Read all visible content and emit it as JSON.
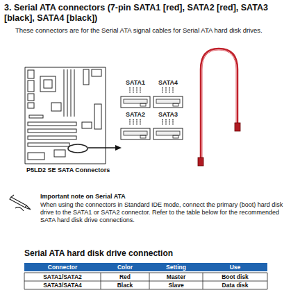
{
  "diagram": {
    "title": "3.  Serial ATA connectors (7-pin SATA1 [red], SATA2 [red], SATA3 [black], SATA4 [black])",
    "nodes": [
      {
        "text": [
          "SATA1"
        ]
      },
      {
        "text": [
          "SATA4"
        ]
      },
      {
        "text": [
          "SATA2"
        ]
      },
      {
        "text": [
          "SATA3"
        ]
      }
    ],
    "labels": [
      "These connectors are for the Serial ATA signal cables for Serial ATA hard disk drives.",
      "P5LD2 SE SATA Connectors",
      "Important note on Serial ATA",
      "When using the connectors in Standard IDE mode, connect the primary (boot) hard disk drive to the SATA1 or SATA2 connector. Refer to the table below for the recommended SATA hard disk drive connections.",
      "Serial ATA hard disk drive connection",
      "Connector",
      "Color",
      "Setting",
      "Use",
      "SATA1/SATA2",
      "Red",
      "Master",
      "Boot disk",
      "SATA3/SATA4",
      "Black",
      "Slave",
      "Data disk"
    ]
  }
}
